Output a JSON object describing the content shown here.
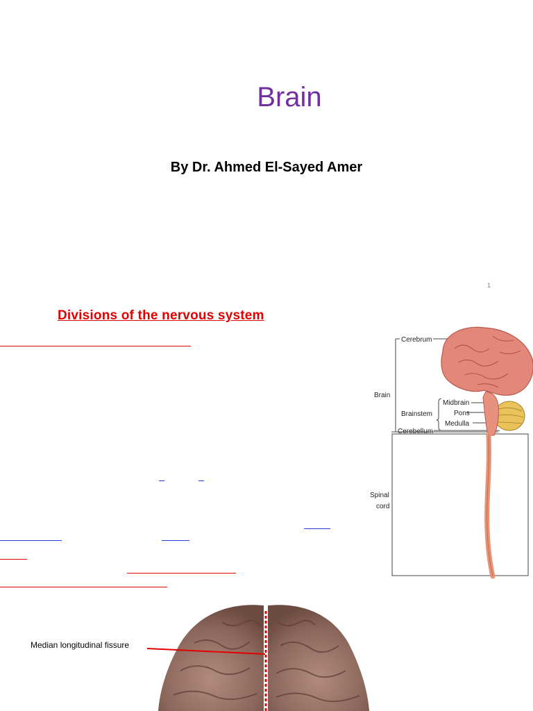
{
  "slide1": {
    "title": "Brain",
    "author": "By Dr. Ahmed El-Sayed Amer",
    "page_number": "1"
  },
  "slide2": {
    "heading": "Divisions of the nervous system",
    "diagram_labels": {
      "cerebrum": "Cerebrum",
      "brain": "Brain",
      "midbrain": "Midbrain",
      "brainstem": "Brainstem",
      "pons": "Pons",
      "medulla": "Medulla",
      "cerebellum": "Cerebellum",
      "spinal": "Spinal",
      "cord": "cord"
    },
    "fissure_label": "Median longitudinal fissure"
  }
}
